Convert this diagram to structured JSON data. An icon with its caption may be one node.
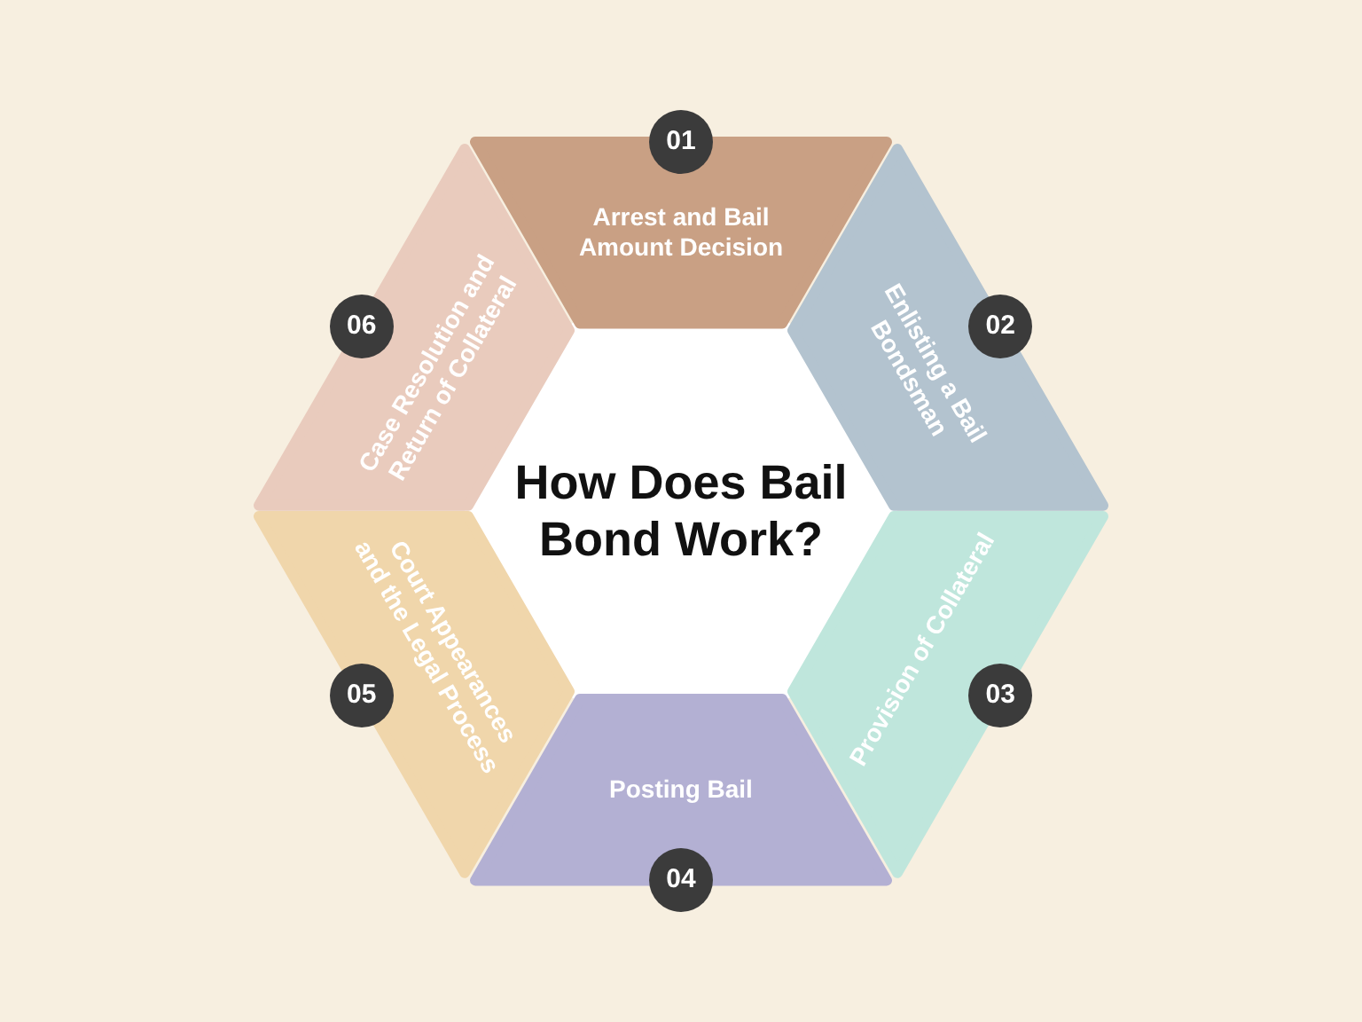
{
  "diagram": {
    "nodes": [
      {
        "text": [
          "How Does Bail Bond Work?"
        ]
      },
      {
        "text": [
          "Arrest and Bail Amount Decision"
        ]
      },
      {
        "text": [
          "01"
        ]
      },
      {
        "text": [
          "Enlisting a Bail Bondsman"
        ]
      },
      {
        "text": [
          "02"
        ]
      },
      {
        "text": [
          "Provision of Collateral"
        ]
      },
      {
        "text": [
          "03"
        ]
      },
      {
        "text": [
          "Posting Bail"
        ]
      },
      {
        "text": [
          "04"
        ]
      },
      {
        "text": [
          "Court Appearances and the Legal Process"
        ]
      },
      {
        "text": [
          "05"
        ]
      },
      {
        "text": [
          "Case Resolution and Return of Collateral"
        ]
      },
      {
        "text": [
          "06"
        ]
      }
    ]
  }
}
